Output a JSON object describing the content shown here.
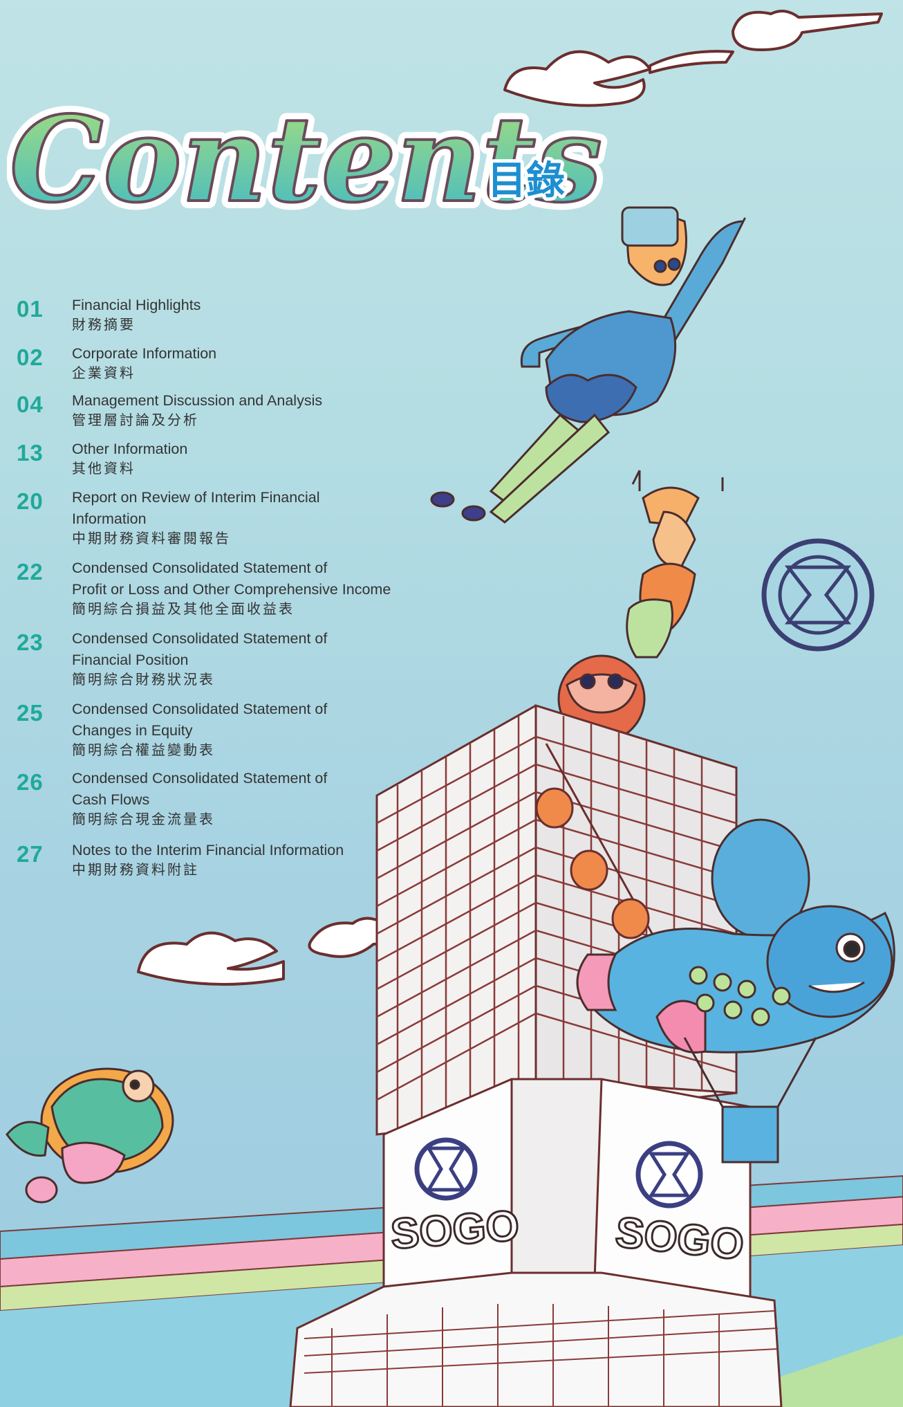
{
  "title": {
    "en": "Contents",
    "zh": "目錄"
  },
  "toc": [
    {
      "num": "01",
      "en": "Financial Highlights",
      "zh": "財務摘要"
    },
    {
      "num": "02",
      "en": "Corporate Information",
      "zh": "企業資料"
    },
    {
      "num": "04",
      "en": "Management Discussion and Analysis",
      "zh": "管理層討論及分析"
    },
    {
      "num": "13",
      "en": "Other Information",
      "zh": "其他資料"
    },
    {
      "num": "20",
      "en": "Report on Review of Interim Financial\nInformation",
      "zh": "中期財務資料審閱報告"
    },
    {
      "num": "22",
      "en": "Condensed Consolidated Statement of\nProfit or Loss and Other Comprehensive Income",
      "zh": "簡明綜合損益及其他全面收益表"
    },
    {
      "num": "23",
      "en": "Condensed Consolidated Statement of\nFinancial Position",
      "zh": "簡明綜合財務狀況表"
    },
    {
      "num": "25",
      "en": "Condensed Consolidated Statement of\nChanges in Equity",
      "zh": "簡明綜合權益變動表"
    },
    {
      "num": "26",
      "en": "Condensed Consolidated Statement of\nCash Flows",
      "zh": "簡明綜合現金流量表"
    },
    {
      "num": "27",
      "en": "Notes to the Interim Financial Information",
      "zh": "中期財務資料附註"
    }
  ],
  "building_signs": [
    "SOGO",
    "SOGO"
  ],
  "colors": {
    "number": "#1fa99a",
    "title_fill_top": "#a8e07a",
    "title_fill_bottom": "#3fb8c8",
    "title_zh": "#1d8fd0",
    "sky": "#b4dde3"
  }
}
